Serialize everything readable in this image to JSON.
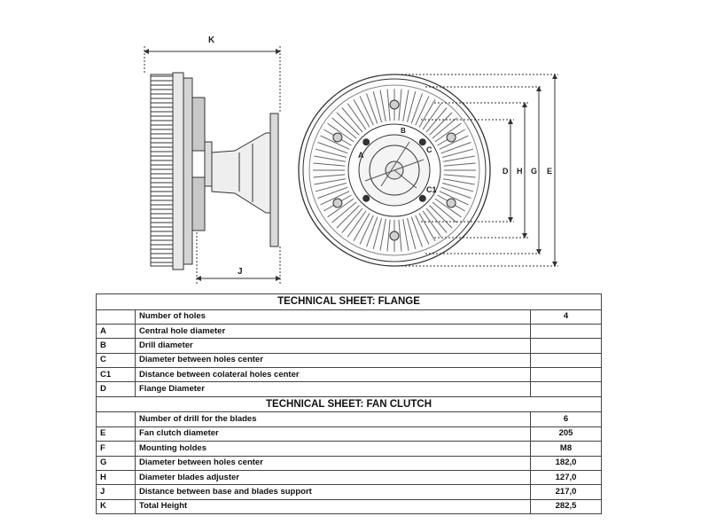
{
  "drawing": {
    "side_view": {
      "dim_k": "K",
      "dim_j": "J"
    },
    "front_view": {
      "inner_labels": {
        "a": "A",
        "b": "B",
        "c": "C",
        "c1": "C1"
      },
      "right_dims": [
        "D",
        "H",
        "G",
        "E"
      ]
    }
  },
  "flange_sheet": {
    "title": "TECHNICAL SHEET: FLANGE",
    "rows": [
      {
        "code": "",
        "label": "Number of holes",
        "value": "4"
      },
      {
        "code": "A",
        "label": "Central hole diameter",
        "value": ""
      },
      {
        "code": "B",
        "label": "Drill diameter",
        "value": ""
      },
      {
        "code": "C",
        "label": "Diameter between holes center",
        "value": ""
      },
      {
        "code": "C1",
        "label": "Distance between colateral holes center",
        "value": ""
      },
      {
        "code": "D",
        "label": "Flange Diameter",
        "value": ""
      }
    ]
  },
  "clutch_sheet": {
    "title": "TECHNICAL SHEET: FAN CLUTCH",
    "rows": [
      {
        "code": "",
        "label": "Number of drill for the blades",
        "value": "6"
      },
      {
        "code": "E",
        "label": "Fan clutch diameter",
        "value": "205"
      },
      {
        "code": "F",
        "label": "Mounting holdes",
        "value": "M8"
      },
      {
        "code": "G",
        "label": "Diameter between holes center",
        "value": "182,0"
      },
      {
        "code": "H",
        "label": "Diameter blades adjuster",
        "value": "127,0"
      },
      {
        "code": "J",
        "label": "Distance between base and blades support",
        "value": "217,0"
      },
      {
        "code": "K",
        "label": "Total Height",
        "value": "282,5"
      }
    ]
  }
}
